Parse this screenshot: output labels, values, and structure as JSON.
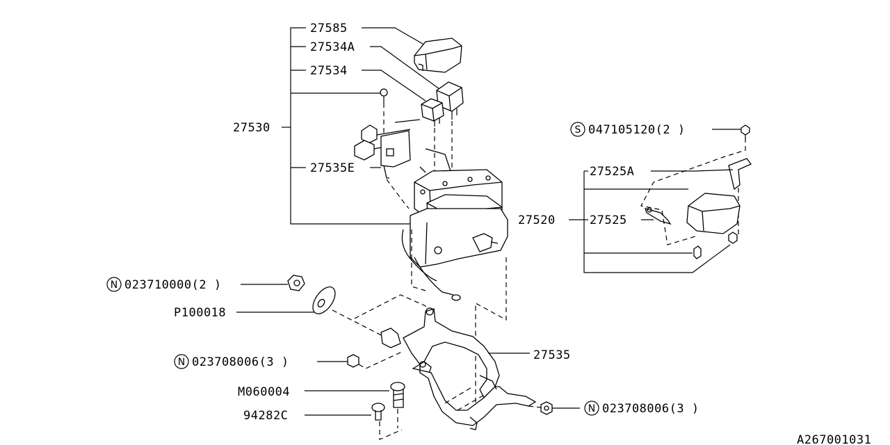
{
  "labels": {
    "p27585": "27585",
    "p27534a": "27534A",
    "p27534": "27534",
    "p27530": "27530",
    "p27535e": "27535E",
    "p047105120": "047105120(2 )",
    "p27525a": "27525A",
    "p27520": "27520",
    "p27525": "27525",
    "p023710000": "023710000(2 )",
    "p100018": "P100018",
    "p023708006a": "023708006(3 )",
    "p27535": "27535",
    "m060004": "M060004",
    "p94282c": "94282C",
    "p023708006b": "023708006(3 )",
    "diagram_id": "A267001031"
  },
  "prefixes": {
    "s": "S",
    "n": "N"
  }
}
